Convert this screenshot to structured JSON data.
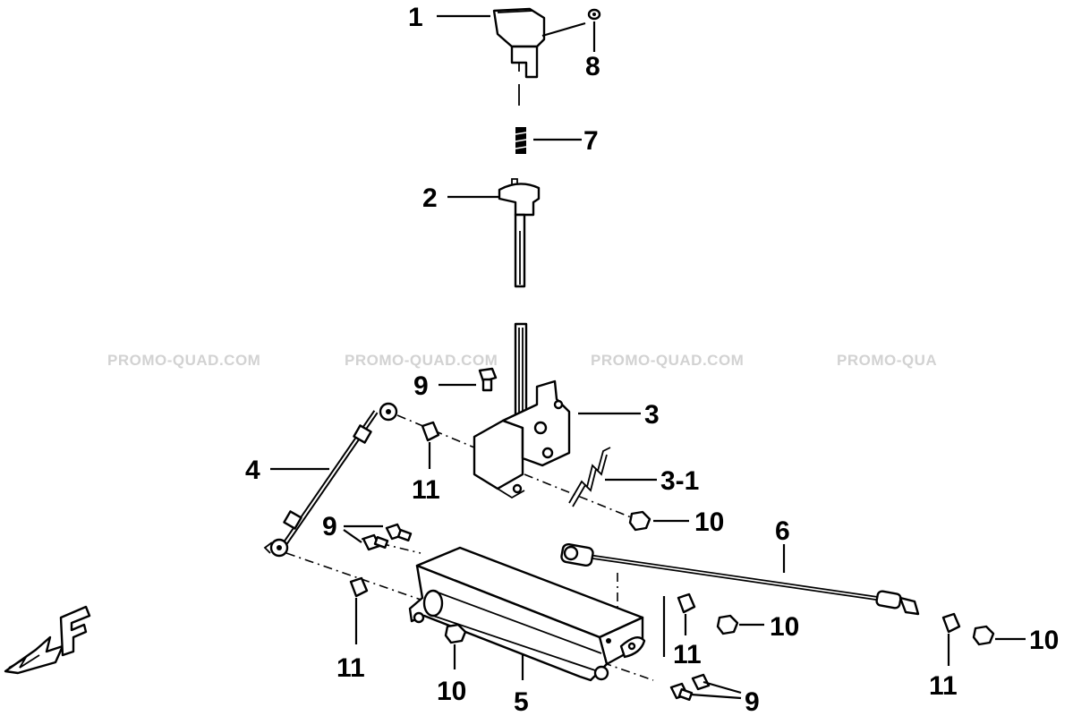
{
  "watermark": {
    "texts": [
      "PROMO-QUAD.COM",
      "PROMO-QUAD.COM",
      "PROMO-QUAD.COM",
      "PROMO-QUA"
    ],
    "color": "#d2d2d2"
  },
  "callouts": {
    "c1": "1",
    "c8": "8",
    "c7": "7",
    "c2": "2",
    "c9a": "9",
    "c3": "3",
    "c4": "4",
    "c11a": "11",
    "c3_1": "3-1",
    "c10a": "10",
    "c9b": "9",
    "c6": "6",
    "c11b": "11",
    "c10b": "10",
    "c5": "5",
    "c11c": "11",
    "c10c": "10",
    "c10d": "10",
    "c11d": "11",
    "c9c": "9"
  },
  "direction_marker": {
    "letter": "F",
    "icon": "front-direction-arrow-icon"
  },
  "colors": {
    "line": "#000000",
    "background": "#ffffff",
    "watermark": "#d2d2d2"
  }
}
